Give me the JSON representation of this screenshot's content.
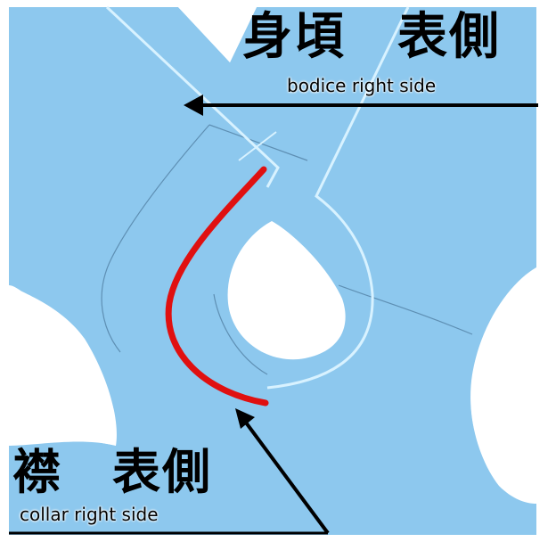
{
  "labels": {
    "bodice_jp": "身頃　表側",
    "bodice_en": "bodice right side",
    "collar_jp": "襟　表側",
    "collar_en": "collar right side"
  },
  "colors": {
    "fabric": "#8dc8ee",
    "seam_light": "#cfeeff",
    "seam_dark": "#5e8fb3",
    "highlight_stitch": "#e01010",
    "arrow": "#000000",
    "background": "#ffffff"
  }
}
